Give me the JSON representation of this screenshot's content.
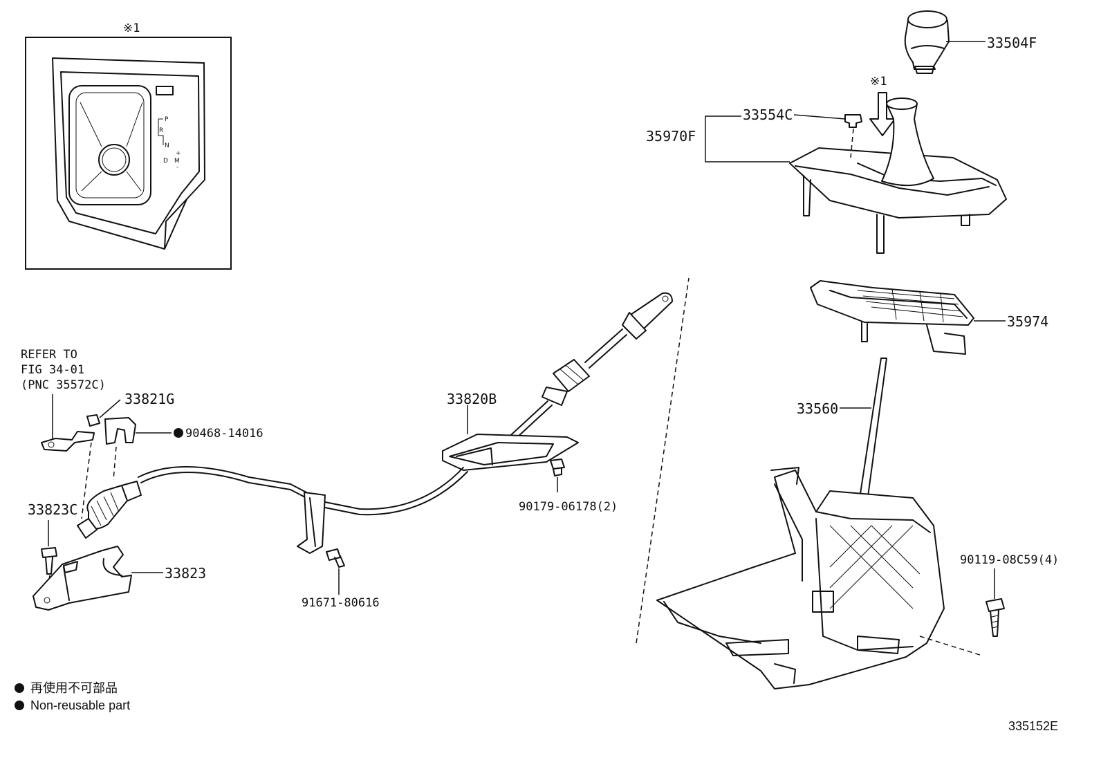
{
  "diagram_id": "335152E",
  "inset": {
    "marker": "※1"
  },
  "gate_labels": [
    "P",
    "R",
    "N",
    "D",
    "M",
    "+",
    "-"
  ],
  "callouts": {
    "p33504F": "33504F",
    "marker_top": "※1",
    "p33554C": "33554C",
    "p35970F": "35970F",
    "p35974": "35974",
    "p33560": "33560",
    "p33820B": "33820B",
    "p90179": "90179-06178(2)",
    "p90119": "90119-08C59(4)",
    "p91671": "91671-80616",
    "p33821G": "33821G",
    "p90468": "90468-14016",
    "p33823C": "33823C",
    "p33823": "33823"
  },
  "refer": {
    "line1": "REFER TO",
    "line2": "FIG 34-01",
    "line3": "(PNC 35572C)"
  },
  "legend": {
    "jp": "再使用不可部品",
    "en": "Non-reusable part"
  }
}
